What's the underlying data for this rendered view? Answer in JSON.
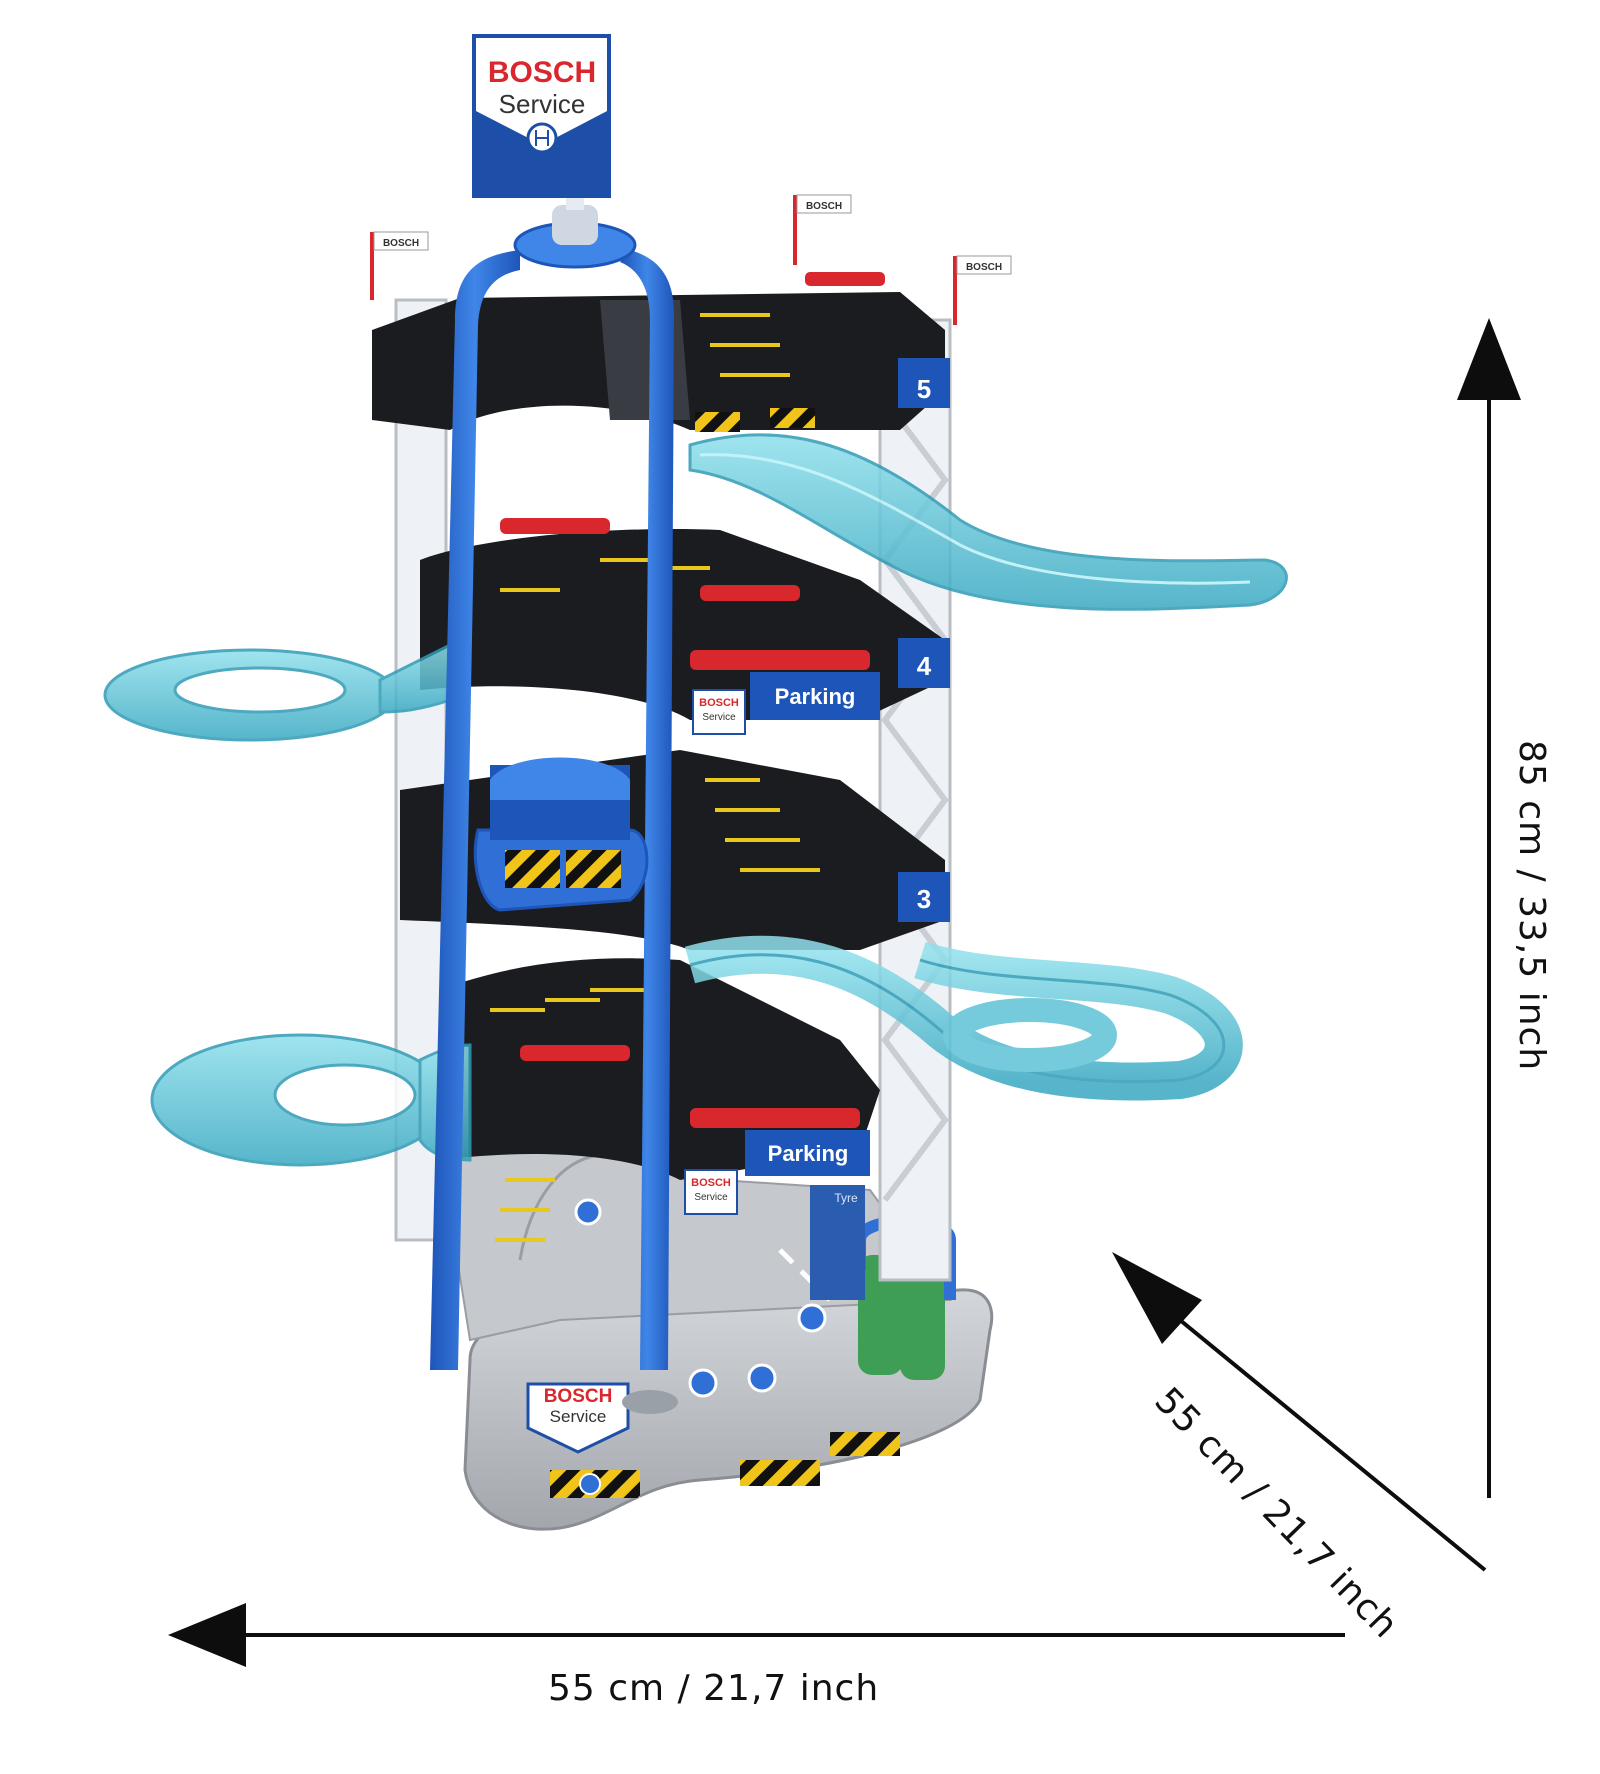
{
  "product": {
    "top_sign": {
      "line1": "BOSCH",
      "line2": "Service"
    },
    "base_sign": {
      "line1": "BOSCH",
      "line2": "Service"
    },
    "flag_text": "BOSCH",
    "level_numbers": [
      "5",
      "4",
      "3"
    ],
    "parking_signs": [
      "Parking",
      "Parking"
    ],
    "small_badges": [
      {
        "line1": "BOSCH",
        "line2": "Service"
      },
      {
        "line1": "BOSCH",
        "line2": "Service"
      }
    ],
    "tyre_sign": "Tyre"
  },
  "dimensions": {
    "width_label": "55 cm / 21,7 inch",
    "height_label": "85 cm / 33,5 inch",
    "depth_label": "55 cm / 21,7 inch"
  },
  "colors": {
    "tower_blue": "#2f6fd6",
    "track_cyan": "#5ec3d6",
    "bosch_red": "#d8282d",
    "deck_black": "#1b1c20",
    "base_grey": "#b9bcc1",
    "stripe_yellow": "#e9c81d",
    "arrow_black": "#0d0d0d"
  }
}
